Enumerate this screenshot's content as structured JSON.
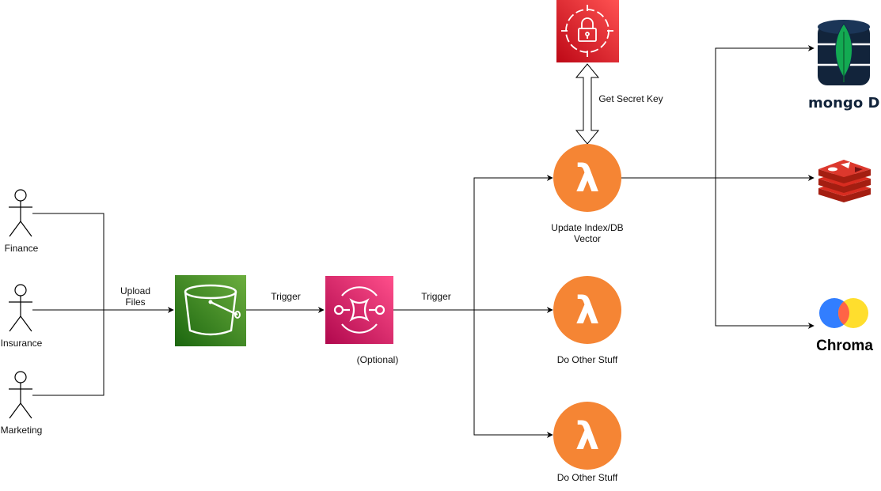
{
  "actors": [
    {
      "label": "Finance"
    },
    {
      "label": "Insurance"
    },
    {
      "label": "Marketing"
    }
  ],
  "edges": {
    "upload_label": "Upload Files",
    "trigger_1": "Trigger",
    "trigger_2": "Trigger",
    "secret_label": "Get Secret Key"
  },
  "nodes": {
    "s3_bucket": "s3-bucket-icon",
    "sqs_queue": "sqs-queue-icon",
    "sqs_caption": "(Optional)",
    "secrets_manager": "secrets-manager-icon",
    "lambda_update_caption": "Update Index/DB Vector",
    "lambda_other_1_caption": "Do Other Stuff",
    "lambda_other_2_caption": "Do Other Stuff"
  },
  "databases": {
    "mongodb_label": "mongo DB",
    "redis": "redis-icon",
    "chroma_label": "Chroma"
  },
  "colors": {
    "s3_green": "#3f8624",
    "sqs_pink": "#e7157b",
    "secrets_red": "#dd344c",
    "lambda_orange": "#ed7100",
    "mongo_navy": "#0f2a4a",
    "mongo_leaf": "#13aa52",
    "redis_red": "#d82c20",
    "chroma_blue": "#327eff",
    "chroma_yellow": "#ffde2d",
    "chroma_red": "#ff6446"
  }
}
